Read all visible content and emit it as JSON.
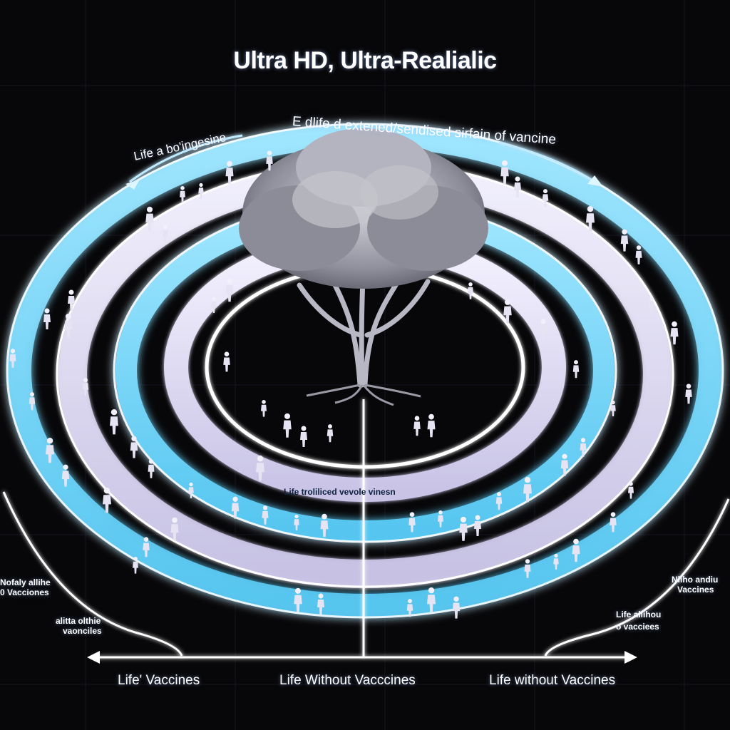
{
  "title": "Ultra HD, Ultra-Realialic",
  "ring_labels": {
    "top_banner": "E dlife d extened/sendised sirfain of vancine",
    "top_left_arc": "Life a bo'ingesine",
    "center_band": "Life troliliced vevole vinesn"
  },
  "side_labels": {
    "left_upper": "Nofaly allihe",
    "left_lower": "0 Vacciones",
    "left_mid_upper": "alitta olthie",
    "left_mid_lower": "vaonciles",
    "right_upper": "Nliho andiu",
    "right_lower": "Vaccines",
    "right_mid_upper": "Life allihou",
    "right_mid_lower": "o vacciees"
  },
  "bottom_labels": {
    "left": "Life' Vaccines",
    "center": "Life Without Vacccines",
    "right": "Life without Vaccines"
  },
  "colors": {
    "background": "#070709",
    "ring_blue": "#7fd6f2",
    "ring_glow": "#4fb9ff",
    "ring_white": "#f3f0ff",
    "band_lilac": "#d4d0ec",
    "tree": "#a8a8b4"
  },
  "icons": [
    "tree-icon",
    "person-icon",
    "arrow-left-icon",
    "arrow-right-icon"
  ]
}
